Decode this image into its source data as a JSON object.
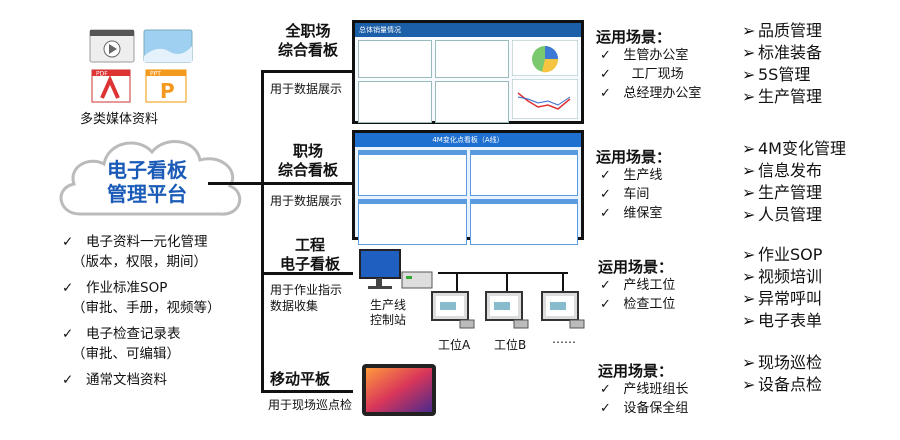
{
  "media": {
    "label": "多类媒体资料",
    "icons": [
      {
        "name": "video-file-icon"
      },
      {
        "name": "image-file-icon"
      },
      {
        "name": "pdf-file-icon",
        "text": "PDF"
      },
      {
        "name": "ppt-file-icon",
        "text": "PPT"
      }
    ]
  },
  "platform": {
    "line1": "电子看板",
    "line2": "管理平台"
  },
  "features": [
    {
      "check": "✓",
      "main": "电子资料一元化管理",
      "sub": "（版本，权限，期间）"
    },
    {
      "check": "✓",
      "main": "作业标准SOP",
      "sub": "（审批、手册，视频等）"
    },
    {
      "check": "✓",
      "main": "电子检查记录表",
      "sub": "（审批、可编辑）"
    },
    {
      "check": "✓",
      "main": "通常文档资料",
      "sub": ""
    }
  ],
  "sections": [
    {
      "title1": "全职场",
      "title2": "综合看板",
      "sub": "用于数据展示",
      "screen_title": "总体销量情况",
      "scene_title": "运用场景：",
      "scenes": [
        "生管办公室",
        "工厂现场",
        "总经理办公室"
      ],
      "functions": [
        "品质管理",
        "标准装备",
        "5S管理",
        "生产管理"
      ]
    },
    {
      "title1": "职场",
      "title2": "综合看板",
      "sub": "用于数据展示",
      "screen_title": "4M变化点看板（A线）",
      "scene_title": "运用场景：",
      "scenes": [
        "生产线",
        "车间",
        "维保室"
      ],
      "functions": [
        "4M变化管理",
        "信息发布",
        "生产管理",
        "人员管理"
      ]
    },
    {
      "title1": "工程",
      "title2": "电子看板",
      "sub1": "用于作业指示",
      "sub2": "数据收集",
      "station1": "生产线",
      "station2": "控制站",
      "workers": [
        "工位A",
        "工位B",
        "……"
      ],
      "scene_title": "运用场景：",
      "scenes": [
        "产线工位",
        "检查工位"
      ],
      "functions": [
        "作业SOP",
        "视频培训",
        "异常呼叫",
        "电子表单"
      ]
    },
    {
      "title1": "移动平板",
      "sub": "用于现场巡点检",
      "scene_title": "运用场景：",
      "scenes": [
        "产线班组长",
        "设备保全组"
      ],
      "functions": [
        "现场巡检",
        "设备点检"
      ]
    }
  ],
  "symbols": {
    "check": "✓",
    "arrow": "➢"
  }
}
